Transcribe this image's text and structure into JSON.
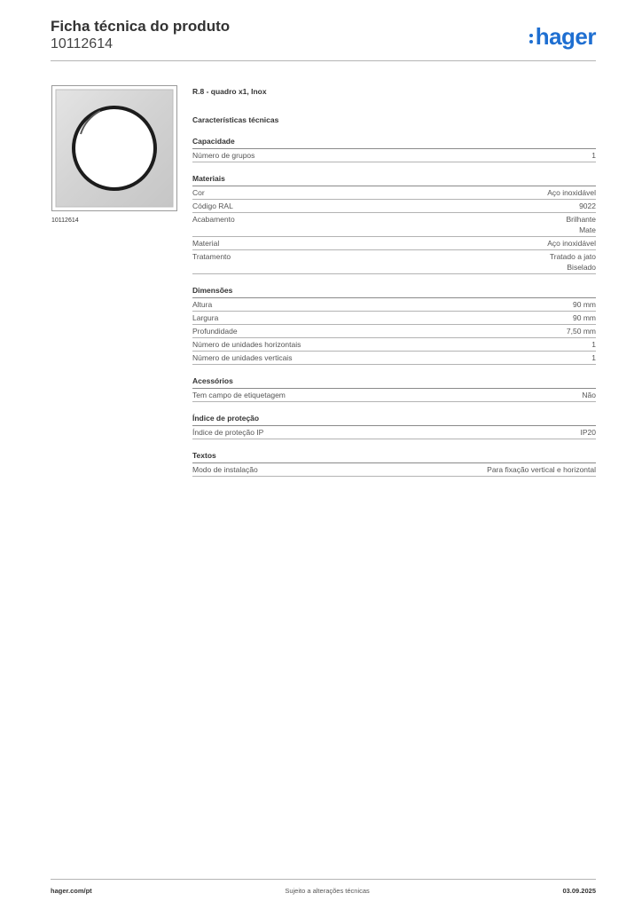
{
  "header": {
    "title": "Ficha técnica do produto",
    "product_number": "10112614",
    "logo_text": "hager",
    "logo_color": "#1f6fd1"
  },
  "image": {
    "caption": "10112614",
    "alt": "product-photo-frame"
  },
  "product": {
    "name": "R.8 - quadro x1, Inox",
    "section_title": "Características técnicas"
  },
  "groups": [
    {
      "title": "Capacidade",
      "rows": [
        {
          "label": "Número de grupos",
          "values": [
            "1"
          ]
        }
      ]
    },
    {
      "title": "Materiais",
      "rows": [
        {
          "label": "Cor",
          "values": [
            "Aço inoxidável"
          ]
        },
        {
          "label": "Código RAL",
          "values": [
            "9022"
          ]
        },
        {
          "label": "Acabamento",
          "values": [
            "Brilhante",
            "Mate"
          ]
        },
        {
          "label": "Material",
          "values": [
            "Aço inoxidável"
          ]
        },
        {
          "label": "Tratamento",
          "values": [
            "Tratado a jato",
            "Biselado"
          ]
        }
      ]
    },
    {
      "title": "Dimensões",
      "rows": [
        {
          "label": "Altura",
          "values": [
            "90 mm"
          ]
        },
        {
          "label": "Largura",
          "values": [
            "90 mm"
          ]
        },
        {
          "label": "Profundidade",
          "values": [
            "7,50 mm"
          ]
        },
        {
          "label": "Número de unidades horizontais",
          "values": [
            "1"
          ]
        },
        {
          "label": "Número de unidades verticais",
          "values": [
            "1"
          ]
        }
      ]
    },
    {
      "title": "Acessórios",
      "rows": [
        {
          "label": "Tem campo de etiquetagem",
          "values": [
            "Não"
          ]
        }
      ]
    },
    {
      "title": "Índice de proteção",
      "rows": [
        {
          "label": "Índice de proteção IP",
          "values": [
            "IP20"
          ]
        }
      ]
    },
    {
      "title": "Textos",
      "rows": [
        {
          "label": "Modo de instalação",
          "values": [
            "Para fixação vertical e horizontal"
          ]
        }
      ]
    }
  ],
  "footer": {
    "website": "hager.com/pt",
    "note": "Sujeito a alterações técnicas",
    "date": "03.09.2025"
  }
}
